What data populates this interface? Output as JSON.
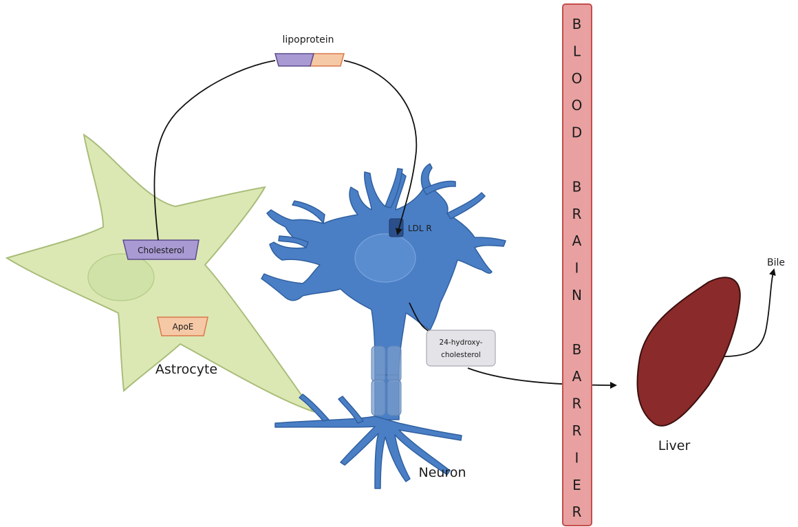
{
  "labels": {
    "lipoprotein": "lipoprotein",
    "cholesterol": "Cholesterol",
    "apoe": "ApoE",
    "astrocyte": "Astrocyte",
    "ldl_receptor": "LDL R",
    "hydroxy_line1": "24-hydroxy-",
    "hydroxy_line2": "cholesterol",
    "neuron": "Neuron",
    "liver": "Liver",
    "bile": "Bile"
  },
  "barrier": {
    "letters": [
      "B",
      "L",
      "O",
      "O",
      "D",
      "",
      "B",
      "R",
      "A",
      "I",
      "N",
      "",
      "B",
      "A",
      "R",
      "R",
      "I",
      "E",
      "R"
    ]
  },
  "colors": {
    "astrocyte_fill": "#dce8b4",
    "astrocyte_stroke": "#a9bd7a",
    "neuron_fill": "#4a7fc6",
    "neuron_stroke": "#2f5f9f",
    "barrier_fill": "#e8a0a0",
    "barrier_stroke": "#c44c4c",
    "liver_fill": "#8b2a2a",
    "lipoprotein_purple": "#a99ad4",
    "lipoprotein_peach": "#f6c9a6",
    "hydroxy_box": "#e3e3e8"
  }
}
